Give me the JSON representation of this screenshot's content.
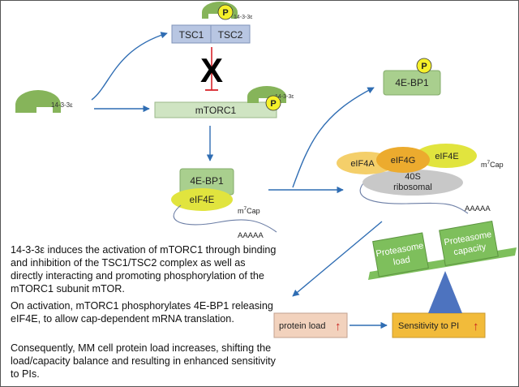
{
  "proteins": {
    "adapter_14_3_3": "14-3-3ε",
    "tsc1": "TSC1",
    "tsc2": "TSC2",
    "mtorc1": "mTORC1",
    "eif4ebp1": "4E-BP1",
    "eif4e": "eIF4E",
    "eif4a": "eIF4A",
    "eif4g": "eIF4G",
    "ribosome_line1": "40S",
    "ribosome_line2": "ribosomal",
    "phospho": "P",
    "cap_m": "m",
    "cap_sup": "7",
    "cap_word": "Cap",
    "polya": "AAAAA"
  },
  "inhibition_mark": "X",
  "balance": {
    "proteasome_load_line1": "Proteasome",
    "proteasome_load_line2": "load",
    "proteasome_capacity_line1": "Proteasome",
    "proteasome_capacity_line2": "capacity",
    "protein_load": "protein load",
    "sensitivity": "Sensitivity to PI",
    "up_arrow": "↑"
  },
  "text": {
    "para1": "14-3-3ε induces the activation of mTORC1 through binding and inhibition of the TSC1/TSC2 complex as well as directly interacting and promoting phosphorylation of the mTORC1 subunit mTOR.",
    "para2": "On activation, mTORC1 phosphorylates 4E-BP1 releasing eIF4E, to allow cap-dependent mRNA translation.",
    "para3": "Consequently, MM cell protein load increases, shifting the load/capacity balance and resulting in enhanced sensitivity to PIs."
  },
  "colors": {
    "adapter_green": "#86b45a",
    "tsc_fill": "#b8c6e2",
    "mtorc1_fill": "#cfe4c2",
    "ebp1_fill": "#a9cf8e",
    "eif4e_yellow": "#e1e43e",
    "eif4g_orange": "#ecab2e",
    "eif4a_light": "#f4cf6a",
    "ribosome_gray": "#c8c8c8",
    "phospho_yellow": "#f5f02a",
    "arrow_blue": "#2f6db3",
    "inhibit_red": "#d9242b",
    "protein_load_fill": "#f2d2bd",
    "sensitivity_fill": "#f2bb3a",
    "balance_green": "#7ebf5c",
    "fulcrum_blue": "#4d73bf"
  }
}
